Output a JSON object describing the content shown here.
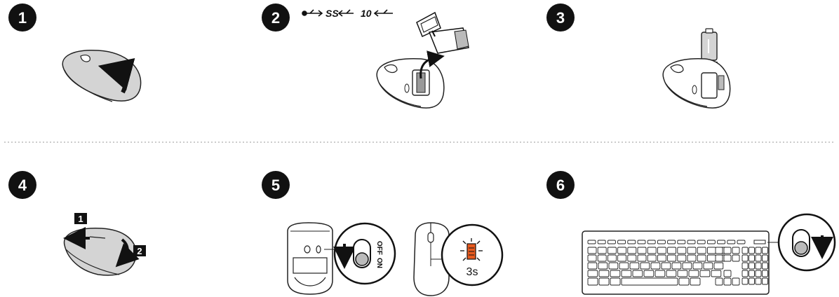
{
  "steps": [
    {
      "number": "1"
    },
    {
      "number": "2",
      "usb_labels": [
        "SS",
        "10"
      ]
    },
    {
      "number": "3"
    },
    {
      "number": "4",
      "sub_steps": [
        "1",
        "2"
      ]
    },
    {
      "number": "5",
      "switch_labels": [
        "OFF",
        "ON"
      ],
      "timer_label": "3s"
    },
    {
      "number": "6"
    }
  ],
  "colors": {
    "ink": "#111111",
    "mouse_fill": "#d4d4d4",
    "led": "#e85a1e",
    "divider": "#999999"
  },
  "icons": [
    "usb-icon",
    "arrow-down-icon",
    "curved-arrow-icon",
    "battery-icon",
    "usb-receiver-icon",
    "keyboard-icon",
    "mouse-icon"
  ]
}
